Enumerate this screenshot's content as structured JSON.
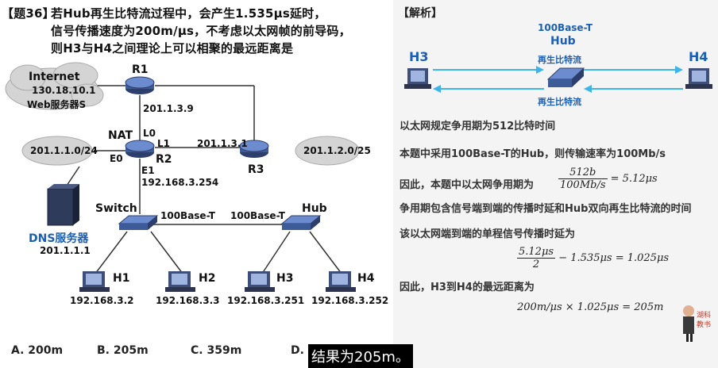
{
  "question": {
    "tag": "【题36】",
    "line1": "若Hub再生比特流过程中，会产生1.535μs延时，",
    "line2": "信号传播速度为200m/μs，不考虑以太网帧的前导码，",
    "line3": "则H3与H4之间理论上可以相聚的最远距离是"
  },
  "diagram": {
    "internet_label": "Internet",
    "internet_ip": "130.18.10.1",
    "internet_server": "Web服务器S",
    "r1_label": "R1",
    "r1_ip": "201.1.3.9",
    "nat_label": "NAT",
    "l0_label": "L0",
    "l1_label": "L1",
    "e0_label": "E0",
    "e1_label": "E1",
    "r2_label": "R2",
    "r2_e1_ip": "192.168.3.254",
    "r3_label": "R3",
    "r3_ip": "201.1.3.1",
    "cloud_left": "201.1.1.0/24",
    "cloud_right": "201.1.2.0/25",
    "dns_label": "DNS服务器",
    "dns_ip": "201.1.1.1",
    "switch_label": "Switch",
    "link1_label": "100Base-T",
    "link2_label": "100Base-T",
    "hub_label": "Hub",
    "hosts": [
      {
        "name": "H1",
        "ip": "192.168.3.2"
      },
      {
        "name": "H2",
        "ip": "192.168.3.3"
      },
      {
        "name": "H3",
        "ip": "192.168.3.251"
      },
      {
        "name": "H4",
        "ip": "192.168.3.252"
      }
    ]
  },
  "options": {
    "a": "A. 200m",
    "b": "B. 205m",
    "c": "C. 359m",
    "d": "D. 51"
  },
  "analysis": {
    "header": "【解析】",
    "hub_top1": "100Base-T",
    "hub_top2": "Hub",
    "h3": "H3",
    "h4": "H4",
    "regen_top": "再生比特流",
    "regen_bottom": "再生比特流",
    "line1": "以太网规定争用期为512比特时间",
    "line2": "本题中采用100Base-T的Hub，则传输速率为100Mb/s",
    "line3_prefix": "因此，本题中以太网争用期为",
    "f1_num": "512b",
    "f1_den": "100Mb/s",
    "f1_result": "= 5.12μs",
    "line4": "争用期包含信号端到端的传播时延和Hub双向再生比特流的时间",
    "line5": "该以太网端到端的单程信号传播时延为",
    "f2_num": "5.12μs",
    "f2_den": "2",
    "f2_rest": "− 1.535μs = 1.025μs",
    "line6": "因此，H3到H4的最远距离为",
    "f3": "200m/μs × 1.025μs = 205m",
    "teacher_label1": "湖科",
    "teacher_label2": "教书"
  },
  "subtitle": "结果为205m。"
}
